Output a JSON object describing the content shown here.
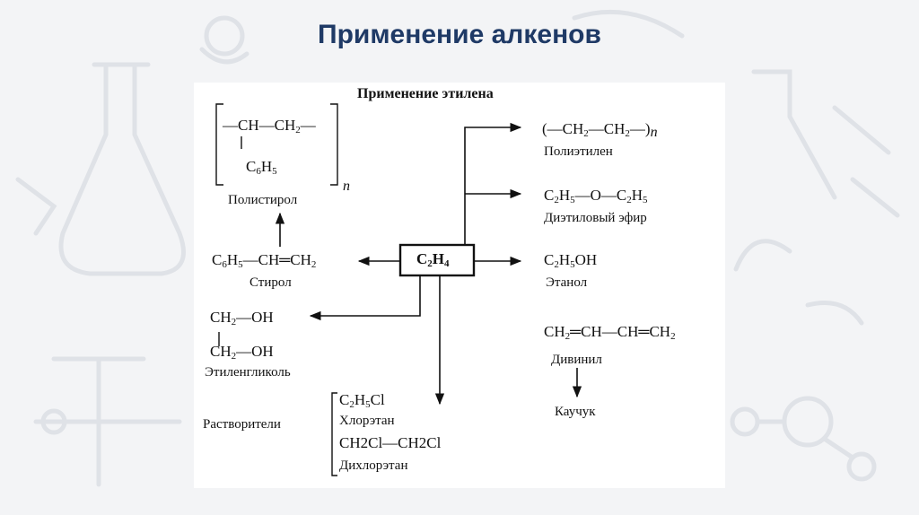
{
  "slide": {
    "title": "Применение алкенов"
  },
  "panel": {
    "heading": "Применение этилена"
  },
  "center": {
    "c": "C",
    "c_sub": "2",
    "h": "H",
    "h_sub": "4"
  },
  "polystyrene": {
    "line1_a": "—CH—CH",
    "line1_sub": "2",
    "line1_b": "—",
    "branch_c": "C",
    "branch_c_sub": "6",
    "branch_h": "H",
    "branch_h_sub": "5",
    "n": "n",
    "name": "Полистирол"
  },
  "styrene": {
    "a": "C",
    "a_sub": "6",
    "b": "H",
    "b_sub": "5",
    "c": "—CH═CH",
    "c_sub": "2",
    "name": "Стирол"
  },
  "ethylene_glycol": {
    "l1": "CH",
    "l1_sub": "2",
    "l1_tail": "—OH",
    "l2": "CH",
    "l2_sub": "2",
    "l2_tail": "—OH",
    "name": "Этиленгликоль"
  },
  "solvents": {
    "label": "Растворители",
    "f1_a": "C",
    "f1_a_sub": "2",
    "f1_b": "H",
    "f1_b_sub": "5",
    "f1_c": "Cl",
    "name1": "Хлорэтан",
    "f2": "CH2Cl—CH2Cl",
    "name2": "Дихлорэтан"
  },
  "polyethylene": {
    "a": "(—CH",
    "a_sub": "2",
    "b": "—CH",
    "b_sub": "2",
    "c": "—)",
    "n": "n",
    "name": "Полиэтилен"
  },
  "diethyl_ether": {
    "a": "C",
    "a_sub": "2",
    "b": "H",
    "b_sub": "5",
    "c": "—O—C",
    "c_sub": "2",
    "d": "H",
    "d_sub": "5",
    "name": "Диэтиловый эфир"
  },
  "ethanol": {
    "a": "C",
    "a_sub": "2",
    "b": "H",
    "b_sub": "5",
    "c": "OH",
    "name": "Этанол"
  },
  "divinyl": {
    "a": "CH",
    "a_sub": "2",
    "b": "═CH—CH═CH",
    "b_sub": "2",
    "name": "Дивинил"
  },
  "rubber": {
    "name": "Каучук"
  },
  "colors": {
    "title": "#1f3a66",
    "ink": "#111111",
    "doodle": "#dfe2e7",
    "panel": "#ffffff"
  }
}
